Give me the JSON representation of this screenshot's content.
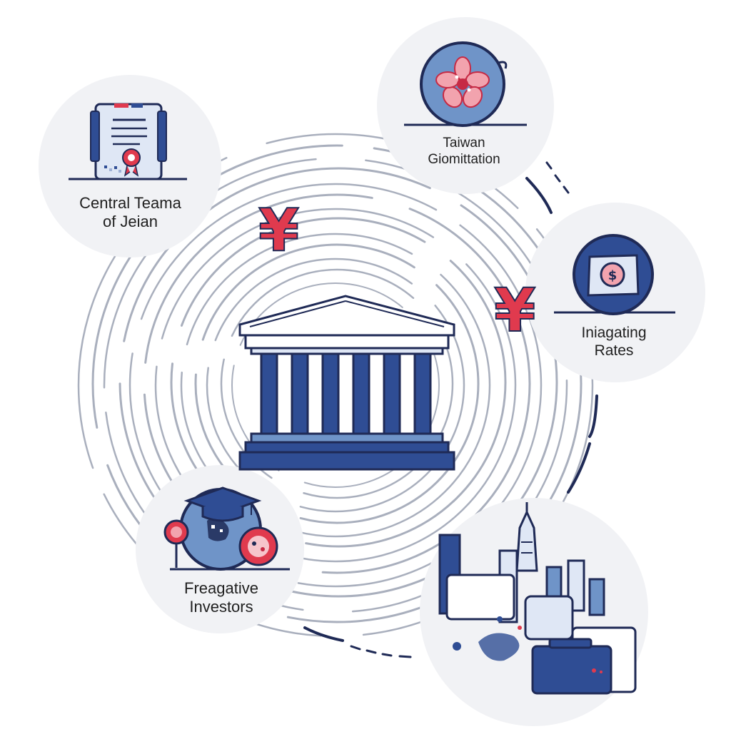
{
  "nodes": [
    {
      "id": "central-bank-of-japan",
      "line1": "Central Teama",
      "line2": "of Jeian",
      "icon": "certificate-icon"
    },
    {
      "id": "taiwan-commitment",
      "line1": "Taiwan",
      "line2": "Giomittation",
      "icon": "flower-emblem-icon"
    },
    {
      "id": "interest-rates",
      "line1": "Iniagating",
      "line2": "Rates",
      "icon": "money-bag-icon"
    },
    {
      "id": "negative-investors",
      "line1": "Freagative",
      "line2": "Investors",
      "icon": "graduation-globe-icon"
    },
    {
      "id": "city-economy",
      "icon": "city-skyline-icon"
    }
  ],
  "symbols": {
    "yen_left": "¥",
    "yen_right": "¥"
  },
  "center": {
    "icon": "bank-building-icon"
  },
  "colors": {
    "navy": "#2f4d94",
    "dark_navy": "#1f2a56",
    "red": "#e03a4e",
    "light_blue": "#dfe7f5",
    "circle_bg": "#f1f2f5",
    "swirl": "#a9afbd"
  }
}
